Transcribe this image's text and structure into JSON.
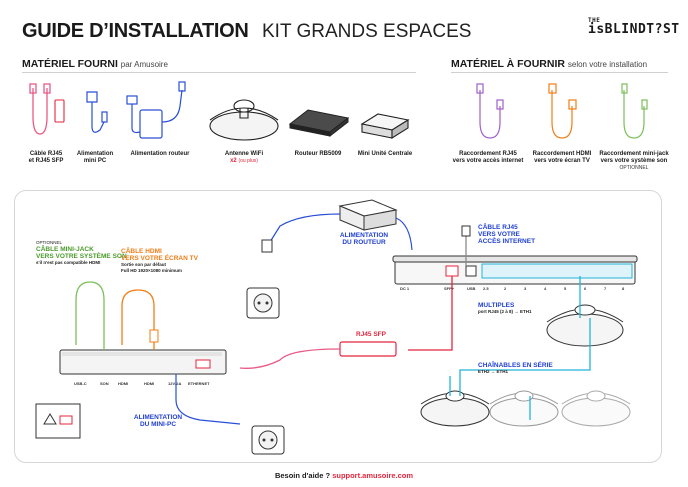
{
  "header": {
    "title": "GUIDE D’INSTALLATION",
    "subtitle": "KIT GRANDS ESPACES",
    "logo_the": "THE",
    "logo_main": "isBLINDT?ST"
  },
  "provided": {
    "heading": "MATÉRIEL FOURNI",
    "heading_sub": "par Amusoire",
    "items": [
      {
        "label_1": "Câble RJ45",
        "label_2": "et RJ45 SFP"
      },
      {
        "label_1": "Alimentation",
        "label_2": "mini PC"
      },
      {
        "label_1": "Alimentation routeur",
        "label_2": ""
      },
      {
        "label_1": "Antenne WiFi",
        "qty": "x2",
        "qty_note": "(ou plus)"
      },
      {
        "label_1": "Routeur RB5009",
        "label_2": ""
      },
      {
        "label_1": "Mini Unité Centrale",
        "label_2": ""
      }
    ]
  },
  "to_provide": {
    "heading": "MATÉRIEL À FOURNIR",
    "heading_sub": "selon votre installation",
    "items": [
      {
        "label_1": "Raccordement RJ45",
        "label_2": "vers votre accès internet",
        "note": ""
      },
      {
        "label_1": "Raccordement HDMI",
        "label_2": "vers votre écran TV",
        "note": ""
      },
      {
        "label_1": "Raccordement mini-jack",
        "label_2": "vers votre système son",
        "note": "OPTIONNEL"
      }
    ]
  },
  "diagram": {
    "power_router_1": "ALIMENTATION",
    "power_router_2": "DU ROUTEUR",
    "rj45_cable_1": "CÂBLE RJ45",
    "rj45_cable_2": "VERS VOTRE",
    "rj45_cable_3": "ACCÈS INTERNET",
    "rj45_sfp": "RJ45 SFP",
    "multiples": "MULTIPLES",
    "multiples_sub": "port RJ45 (2 à 8) → ETH1",
    "chained_1": "CHAÎNABLES EN SÉRIE",
    "chained_sub": "ETH2 → ETH1",
    "optional": "OPTIONNEL",
    "minijack_1": "CÂBLE MINI-JACK",
    "minijack_2": "VERS VOTRE SYSTÈME SON",
    "minijack_sub": "s'il n'est pas compatible HDMI",
    "hdmi_1": "CÂBLE HDMI",
    "hdmi_2": "VERS VOTRE ÉCRAN TV",
    "hdmi_sub_1": "Sortie son par défaut",
    "hdmi_sub_2": "Full HD 1920×1080 minimum",
    "power_pc_1": "ALIMENTATION",
    "power_pc_2": "DU MINI-PC",
    "router_ports": [
      "DC 1",
      "SFP+",
      "USB",
      "2.5",
      "2",
      "3",
      "4",
      "5",
      "6",
      "7",
      "8"
    ],
    "pc_ports": [
      "USB-C",
      "SON",
      "HDMI",
      "HDMI",
      "12V-2A",
      "ETHERNET"
    ]
  },
  "footer": {
    "help": "Besoin d'aide ?",
    "link": "support.amusoire.com"
  },
  "colors": {
    "accent_red": "#e3263e",
    "blue": "#1f3fd1",
    "cyan": "#22b4d8",
    "green": "#4a9a2a",
    "orange": "#f07d16",
    "pink": "#e85a86"
  }
}
